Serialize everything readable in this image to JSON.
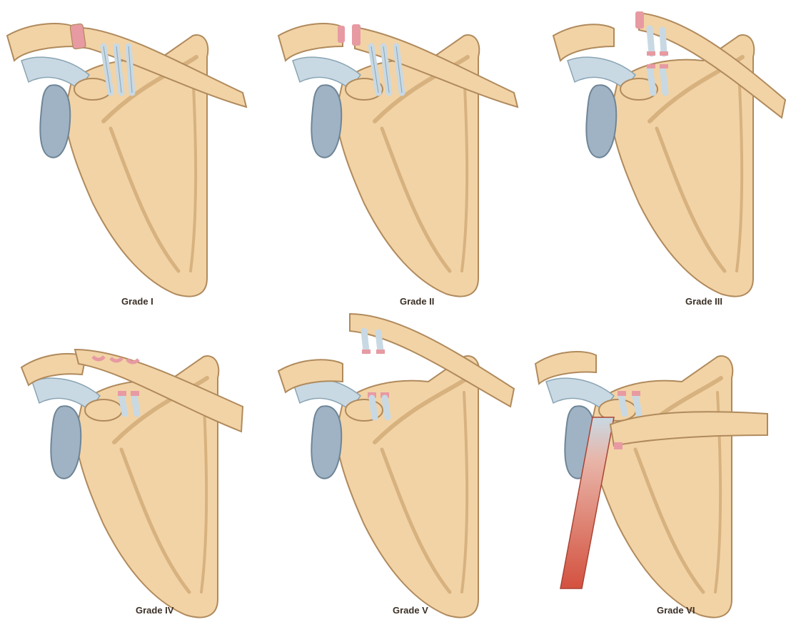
{
  "panels": [
    {
      "id": "grade-1",
      "label": "Grade I"
    },
    {
      "id": "grade-2",
      "label": "Grade II"
    },
    {
      "id": "grade-3",
      "label": "Grade III"
    },
    {
      "id": "grade-4",
      "label": "Grade IV"
    },
    {
      "id": "grade-5",
      "label": "Grade V"
    },
    {
      "id": "grade-6",
      "label": "Grade VI"
    }
  ],
  "colors": {
    "bone_fill": "#f2d3a6",
    "bone_outline": "#b08a5c",
    "ligament": "#c8d9e3",
    "ligament_outline": "#8aa4b4",
    "tear": "#e79aa2",
    "cartilage": "#9fb3c4",
    "muscle": "#d4513f"
  }
}
